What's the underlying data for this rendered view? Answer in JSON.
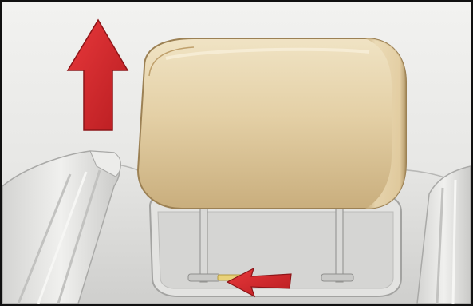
{
  "illustration": {
    "subject": "headrest-removal",
    "colors": {
      "background": "#e8e8e6",
      "seat": "#dcdcda",
      "seat_shadow": "#bdbdbb",
      "headrest": "#e2cfa5",
      "headrest_shadow": "#b79d6d",
      "arrow": "#d6262a",
      "border": "#111111"
    },
    "arrows": [
      {
        "name": "arrow-up-icon",
        "direction": "up"
      },
      {
        "name": "arrow-left-icon",
        "direction": "left"
      }
    ]
  }
}
